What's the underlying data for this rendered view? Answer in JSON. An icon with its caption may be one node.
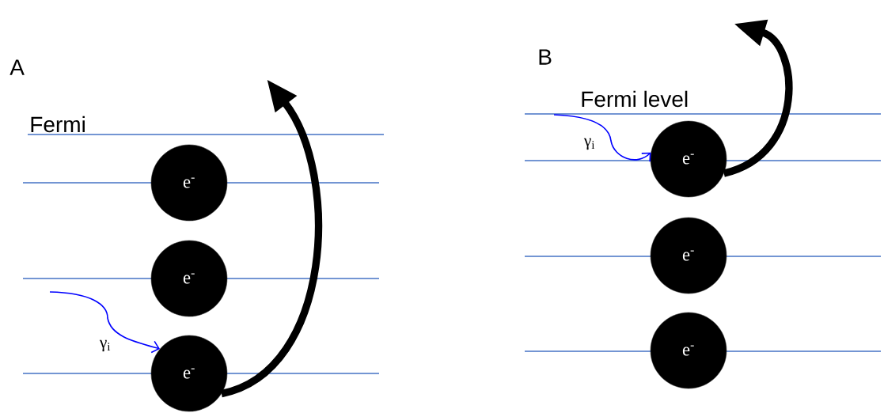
{
  "diagram": {
    "nodes": [
      {
        "text": [
          "e$^{-}$"
        ]
      },
      {
        "text": [
          "e$^{-}$"
        ]
      },
      {
        "text": [
          "e$^{-}$"
        ]
      },
      {
        "text": [
          "e$^{-}$"
        ]
      },
      {
        "text": [
          "e$^{-}$"
        ]
      },
      {
        "text": [
          "e$^{-}$"
        ]
      }
    ],
    "edges": [
      {
        "from": null,
        "to": 2,
        "arrow": "to",
        "label": "γ$_{i}$",
        "color": "#0000ff"
      },
      {
        "from": 2,
        "to": null,
        "arrow": "to",
        "style": "thick",
        "color": "#000000"
      },
      {
        "from": null,
        "to": 3,
        "arrow": "to",
        "label": "γ$_{i}$",
        "color": "#0000ff"
      },
      {
        "from": 3,
        "to": null,
        "arrow": "to",
        "style": "thick",
        "color": "#000000"
      }
    ],
    "labels": [
      "A",
      "Fermi",
      "B",
      "Fermi level"
    ]
  }
}
